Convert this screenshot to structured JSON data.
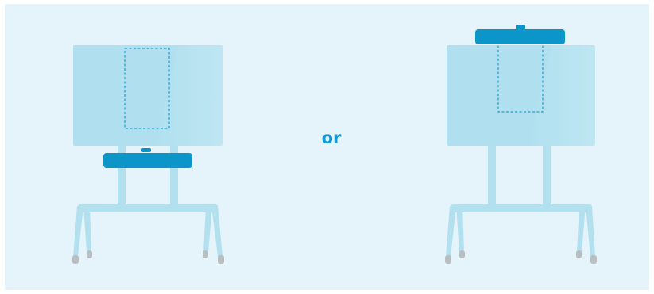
{
  "separator": {
    "text": "or"
  },
  "colors": {
    "background": "#e5f4fa",
    "display": "#b0e0ef",
    "display_edge": "#9fd6e8",
    "stand": "#b3e0ef",
    "camera_bar": "#0b95c9",
    "camera_placement_outline": "#1d9fd1",
    "feet": "#b9bec2"
  },
  "options": [
    {
      "camera_position": "below-display"
    },
    {
      "camera_position": "above-display"
    }
  ]
}
